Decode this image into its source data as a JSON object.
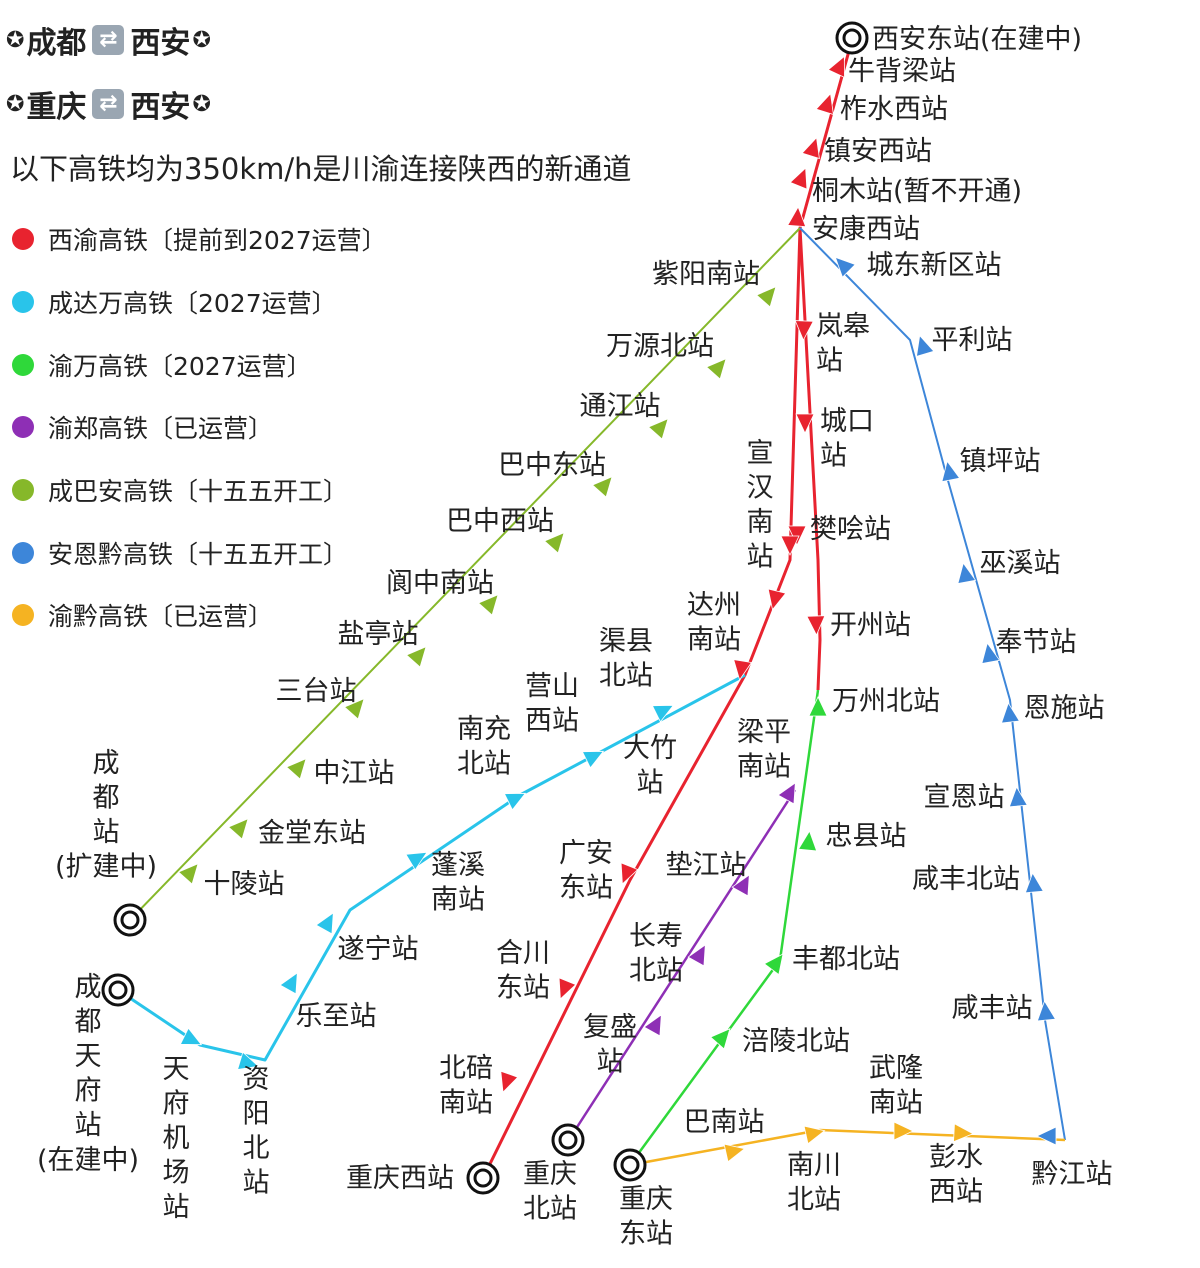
{
  "header": {
    "title1": {
      "from": "成都",
      "to": "西安",
      "star": "✪"
    },
    "title2": {
      "from": "重庆",
      "to": "西安",
      "star": "✪"
    },
    "swap_glyph": "⇄",
    "subtitle": "以下高铁均为350km/h是川渝连接陕西的新通道"
  },
  "legend": [
    {
      "label": "西渝高铁〔提前到2027运营〕",
      "color": "#e8232f"
    },
    {
      "label": "成达万高铁〔2027运营〕",
      "color": "#29c4ea"
    },
    {
      "label": "渝万高铁〔2027运营〕",
      "color": "#2fd83a"
    },
    {
      "label": "渝郑高铁〔已运营〕",
      "color": "#8e2fb5"
    },
    {
      "label": "成巴安高铁〔十五五开工〕",
      "color": "#86b82a"
    },
    {
      "label": "安恩黔高铁〔十五五开工〕",
      "color": "#3d86d9"
    },
    {
      "label": "渝黔高铁〔已运营〕",
      "color": "#f5b322"
    }
  ],
  "terminals": [
    {
      "name": "西安东站(在建中)"
    },
    {
      "name": "成都站(扩建中)"
    },
    {
      "name": "成都天府站(在建中)"
    },
    {
      "name": "重庆西站"
    },
    {
      "name": "重庆北站"
    },
    {
      "name": "重庆东站"
    }
  ],
  "stations": [
    {
      "name": "牛背梁站",
      "line": "西渝高铁"
    },
    {
      "name": "柞水西站",
      "line": "西渝高铁"
    },
    {
      "name": "镇安西站",
      "line": "西渝高铁"
    },
    {
      "name": "桐木站(暂不开通)",
      "line": "西渝高铁"
    },
    {
      "name": "安康西站",
      "line": "西渝高铁"
    },
    {
      "name": "岚皋站",
      "line": "西渝高铁"
    },
    {
      "name": "城口站",
      "line": "西渝高铁"
    },
    {
      "name": "樊哙站",
      "line": "西渝高铁"
    },
    {
      "name": "宣汉南站",
      "line": "西渝高铁"
    },
    {
      "name": "达州南站",
      "line": "西渝高铁"
    },
    {
      "name": "开州站",
      "line": "西渝高铁"
    },
    {
      "name": "大竹站",
      "line": "西渝高铁"
    },
    {
      "name": "广安东站",
      "line": "西渝高铁"
    },
    {
      "name": "合川东站",
      "line": "西渝高铁"
    },
    {
      "name": "北碚南站",
      "line": "西渝高铁"
    },
    {
      "name": "紫阳南站",
      "line": "成巴安高铁"
    },
    {
      "name": "万源北站",
      "line": "成巴安高铁"
    },
    {
      "name": "通江站",
      "line": "成巴安高铁"
    },
    {
      "name": "巴中东站",
      "line": "成巴安高铁"
    },
    {
      "name": "巴中西站",
      "line": "成巴安高铁"
    },
    {
      "name": "阆中南站",
      "line": "成巴安高铁"
    },
    {
      "name": "盐亭站",
      "line": "成巴安高铁"
    },
    {
      "name": "三台站",
      "line": "成巴安高铁"
    },
    {
      "name": "中江站",
      "line": "成巴安高铁"
    },
    {
      "name": "金堂东站",
      "line": "成巴安高铁"
    },
    {
      "name": "十陵站",
      "line": "成巴安高铁"
    },
    {
      "name": "城东新区站",
      "line": "安恩黔高铁"
    },
    {
      "name": "平利站",
      "line": "安恩黔高铁"
    },
    {
      "name": "镇坪站",
      "line": "安恩黔高铁"
    },
    {
      "name": "巫溪站",
      "line": "安恩黔高铁"
    },
    {
      "name": "奉节站",
      "line": "安恩黔高铁"
    },
    {
      "name": "恩施站",
      "line": "安恩黔高铁"
    },
    {
      "name": "宣恩站",
      "line": "安恩黔高铁"
    },
    {
      "name": "咸丰北站",
      "line": "安恩黔高铁"
    },
    {
      "name": "咸丰站",
      "line": "安恩黔高铁"
    },
    {
      "name": "黔江站",
      "line": "安恩黔高铁"
    },
    {
      "name": "渠县北站",
      "line": "成达万高铁"
    },
    {
      "name": "营山西站",
      "line": "成达万高铁"
    },
    {
      "name": "南充北站",
      "line": "成达万高铁"
    },
    {
      "name": "蓬溪南站",
      "line": "成达万高铁"
    },
    {
      "name": "遂宁站",
      "line": "成达万高铁"
    },
    {
      "name": "乐至站",
      "line": "成达万高铁"
    },
    {
      "name": "资阳北站",
      "line": "成达万高铁"
    },
    {
      "name": "天府机场站",
      "line": "成达万高铁"
    },
    {
      "name": "万州北站",
      "line": "渝万高铁"
    },
    {
      "name": "忠县站",
      "line": "渝万高铁"
    },
    {
      "name": "丰都北站",
      "line": "渝万高铁"
    },
    {
      "name": "涪陵北站",
      "line": "渝万高铁"
    },
    {
      "name": "梁平南站",
      "line": "渝郑高铁"
    },
    {
      "name": "垫江站",
      "line": "渝郑高铁"
    },
    {
      "name": "长寿北站",
      "line": "渝郑高铁"
    },
    {
      "name": "复盛站",
      "line": "渝郑高铁"
    },
    {
      "name": "巴南站",
      "line": "渝黔高铁"
    },
    {
      "name": "南川北站",
      "line": "渝黔高铁"
    },
    {
      "name": "武隆南站",
      "line": "渝黔高铁"
    },
    {
      "name": "彭水西站",
      "line": "渝黔高铁"
    }
  ]
}
